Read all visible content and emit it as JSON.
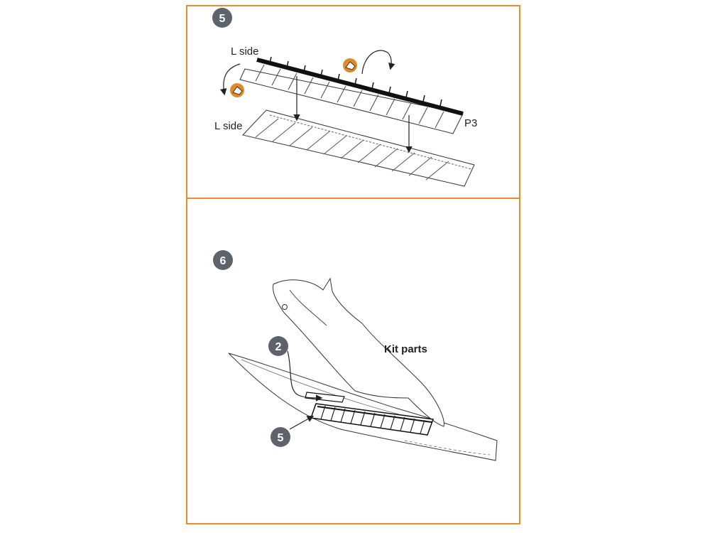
{
  "steps": {
    "step5": {
      "number": "5",
      "l_side_top": "L side",
      "l_side_bottom": "L side",
      "part_label": "P3"
    },
    "step6": {
      "number": "6",
      "kit_parts": "Kit parts",
      "callout_2": "2",
      "callout_5": "5"
    }
  },
  "colors": {
    "border": "#ee8a2e",
    "badge": "#5d626b",
    "bend_icon": "#e08a2a"
  },
  "icons": [
    "bend-up-icon",
    "bend-down-icon"
  ]
}
